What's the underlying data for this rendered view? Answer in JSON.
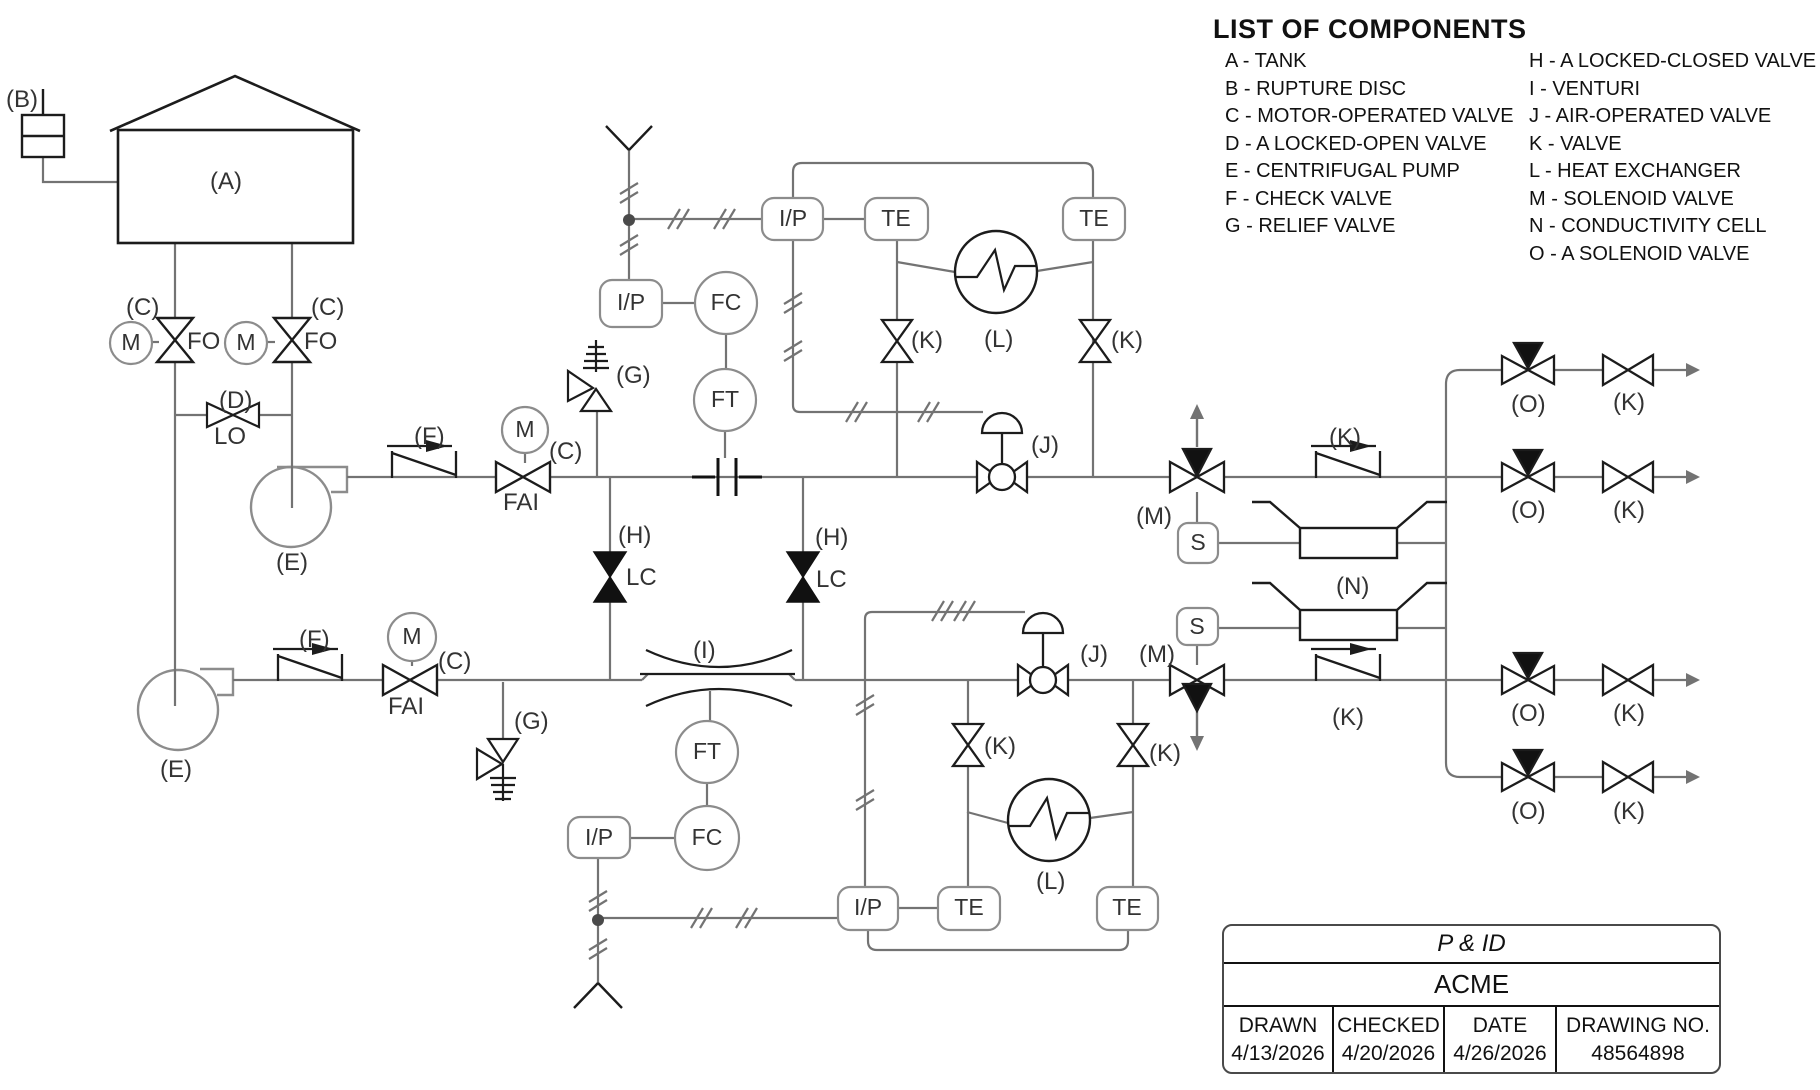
{
  "palette": {
    "pipe_gray": "#737373",
    "instrument_gray": "#8c8c8c",
    "symbol_black": "#1c1c1c",
    "label_color": "#333333"
  },
  "legend": {
    "title": "LIST OF COMPONENTS",
    "left_column": [
      "A - TANK",
      "B - RUPTURE DISC",
      "C - MOTOR-OPERATED VALVE",
      "D - A LOCKED-OPEN VALVE",
      "E - CENTRIFUGAL PUMP",
      "F - CHECK VALVE",
      "G - RELIEF VALVE"
    ],
    "right_column": [
      "H - A LOCKED-CLOSED VALVE",
      "I - VENTURI",
      "J - AIR-OPERATED VALVE",
      "K - VALVE",
      "L - HEAT EXCHANGER",
      "M - SOLENOID VALVE",
      "N - CONDUCTIVITY CELL",
      "O - A SOLENOID VALVE"
    ]
  },
  "title_block": {
    "doc_type": "P & ID",
    "company": "ACME",
    "fields": [
      {
        "label": "DRAWN",
        "value": "4/13/2026"
      },
      {
        "label": "CHECKED",
        "value": "4/20/2026"
      },
      {
        "label": "DATE",
        "value": "4/26/2026"
      },
      {
        "label": "DRAWING NO.",
        "value": "48564898"
      }
    ]
  },
  "diagram": {
    "labels": {
      "rupture_disc_tag": "(B)",
      "tank_tag": "(A)",
      "mov_left_tag": "(C)",
      "mov_right_tag": "(C)",
      "mov_left_fail": "FO",
      "mov_right_fail": "FO",
      "locked_open_tag": "(D)",
      "locked_open_state": "LO",
      "pump_top_tag": "(E)",
      "pump_bottom_tag": "(E)",
      "check_top_tag": "(F)",
      "check_bottom_tag": "(F)",
      "fai_top": "FAI",
      "fai_bottom": "FAI",
      "fai_top_tag": "(C)",
      "fai_bottom_tag": "(C)",
      "relief_top_tag": "(G)",
      "relief_bottom_tag": "(G)",
      "locked_closed_left_tag": "(H)",
      "locked_closed_right_tag": "(H)",
      "locked_closed_left_state": "LC",
      "locked_closed_right_state": "LC",
      "venturi_tag": "(I)",
      "aov_top_tag": "(J)",
      "aov_bottom_tag": "(J)",
      "hx_top_tag": "(L)",
      "hx_bottom_tag": "(L)",
      "valve_k_te1": "(K)",
      "valve_k_te2": "(K)",
      "valve_k_te3": "(K)",
      "valve_k_te4": "(K)",
      "check_k_top": "(K)",
      "check_k_bottom": "(K)",
      "sov3_top_tag": "(M)",
      "sov3_bottom_tag": "(M)",
      "cell_tag": "(N)",
      "sov_out_a": "(O)",
      "sov_out_b": "(O)",
      "sov_out_c": "(O)",
      "sov_out_d": "(O)",
      "valve_out_a": "(K)",
      "valve_out_b": "(K)",
      "valve_out_c": "(K)",
      "valve_out_d": "(K)"
    },
    "instruments": {
      "motor_1": "M",
      "motor_2": "M",
      "motor_3": "M",
      "motor_4": "M",
      "ip_1": "I/P",
      "ip_2": "I/P",
      "ip_3": "I/P",
      "ip_4": "I/P",
      "te_1": "TE",
      "te_2": "TE",
      "te_3": "TE",
      "te_4": "TE",
      "fc_1": "FC",
      "fc_2": "FC",
      "ft_1": "FT",
      "ft_2": "FT",
      "solenoid_1": "S",
      "solenoid_2": "S"
    }
  }
}
